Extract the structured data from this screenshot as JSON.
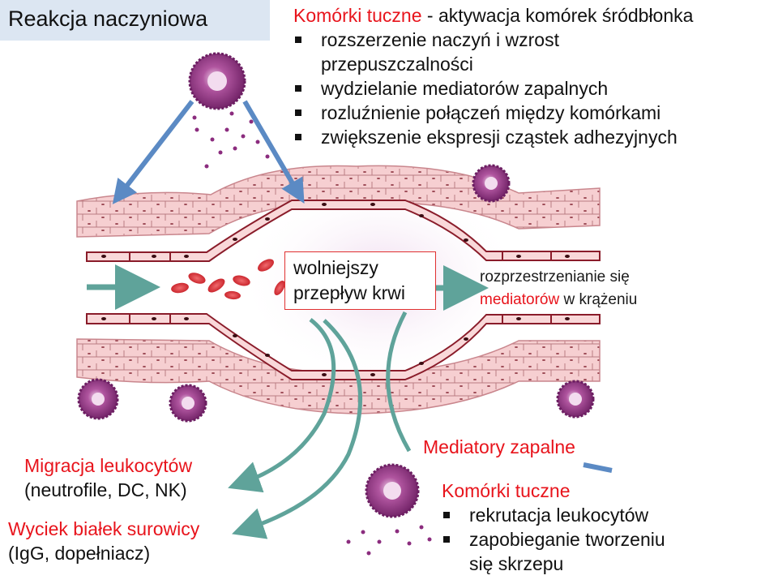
{
  "title": "Reakcja naczyniowa",
  "mast_top": {
    "heading_red": "Komórki tuczne",
    "heading_rest": " - aktywacja komórek śródbłonka",
    "items": [
      "rozszerzenie naczyń i wzrost przepuszczalności",
      "wydzielanie mediatorów zapalnych",
      "rozluźnienie połączeń między komórkami",
      "zwiększenie ekspresji cząstek adhezyjnych"
    ]
  },
  "flow_box": {
    "line1": "wolniejszy",
    "line2": "przepływ krwi"
  },
  "spread": {
    "prefix": "rozprzestrzenianie się",
    "red": "mediatorów",
    "suffix": " w krążeniu"
  },
  "mediators": "Mediatory zapalne",
  "migration": {
    "title": "Migracja leukocytów",
    "detail": "(neutrofile, DC, NK)"
  },
  "leak": {
    "title": "Wyciek białek surowicy",
    "detail": "(IgG, dopełniacz)"
  },
  "mast_bottom": {
    "heading": "Komórki tuczne",
    "items": [
      "rekrutacja leukocytów",
      "zapobieganie tworzeniu się skrzepu"
    ]
  },
  "colors": {
    "red_text": "#e8141c",
    "title_bg": "#dce6f2",
    "blue_arrow": "#5b8ac4",
    "teal_arrow": "#5fa39a",
    "vessel_wall": "#f4c7c9",
    "vessel_line": "#8a1c2a",
    "mast_cell": "#8b2c7e",
    "rbc": "#d8232a"
  },
  "icons": [
    "mast-cell-icon",
    "red-blood-cell-icon",
    "endothelial-cell-icon",
    "arrow-icon"
  ]
}
